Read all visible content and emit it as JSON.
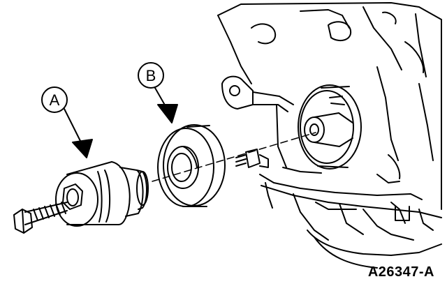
{
  "callouts": {
    "a": {
      "label": "A"
    },
    "b": {
      "label": "B"
    }
  },
  "figure": {
    "id": "A26347-A"
  },
  "colors": {
    "ink": "#000000",
    "paper": "#ffffff"
  }
}
